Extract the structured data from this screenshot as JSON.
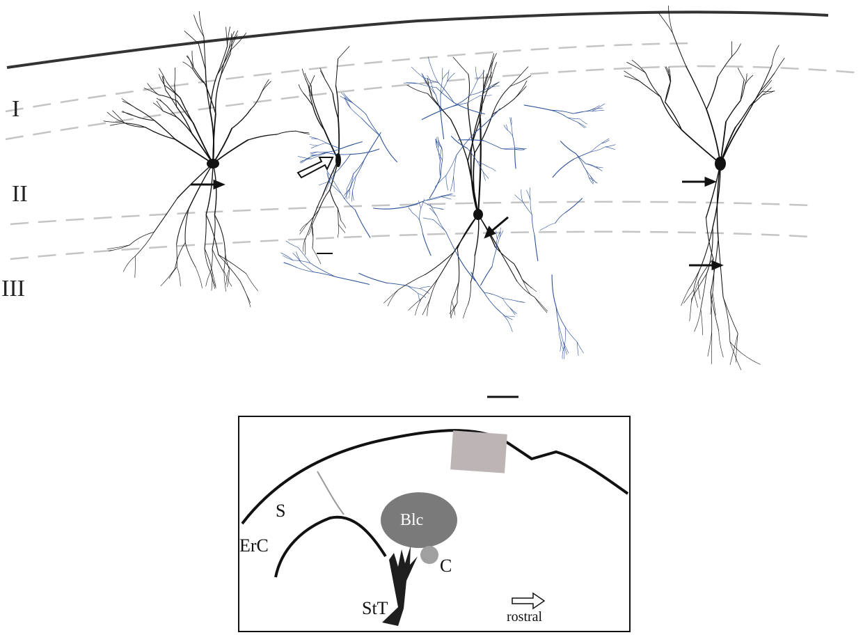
{
  "figure": {
    "layers": [
      "I",
      "II",
      "III"
    ],
    "inset": {
      "labels": {
        "s": "S",
        "erc": "ErC",
        "blc": "Blc",
        "c": "C",
        "stt": "StT",
        "direction": "rostral"
      },
      "colors": {
        "blc_fill": "#7a7a7a",
        "c_fill": "#a0a0a0",
        "region_box": "#bdb5b5"
      }
    },
    "colors": {
      "neuron": "#111111",
      "axon": "#2a4f9a",
      "layer_boundary": "#bfbfbf"
    }
  }
}
